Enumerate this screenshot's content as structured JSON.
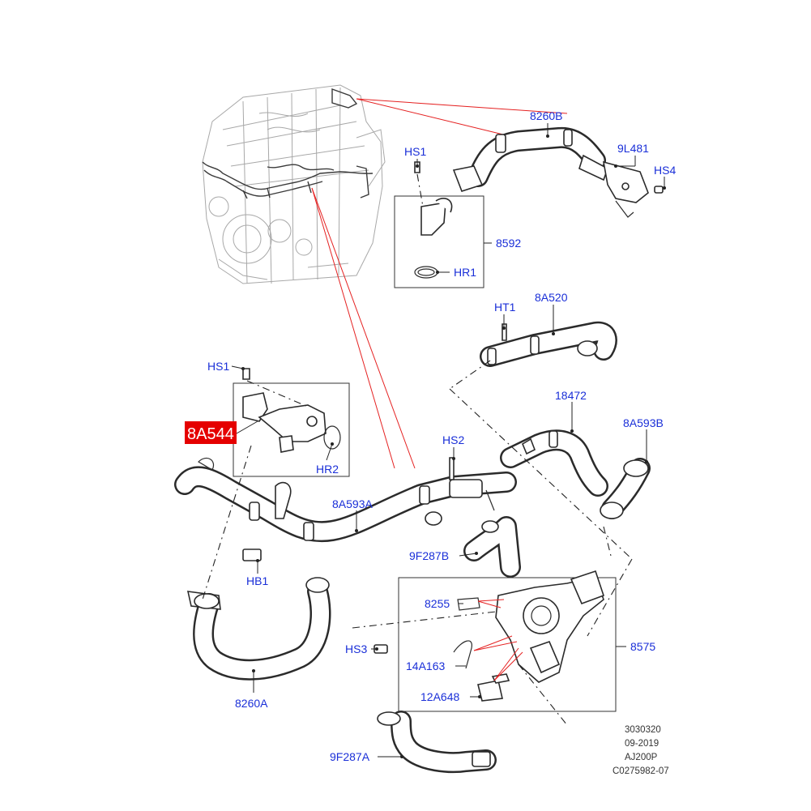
{
  "callouts": {
    "c_8260B": "8260B",
    "c_9L481": "9L481",
    "c_HS4": "HS4",
    "c_HS1_top": "HS1",
    "c_8592": "8592",
    "c_HR1": "HR1",
    "c_HT1": "HT1",
    "c_8A520": "8A520",
    "c_HS1_mid": "HS1",
    "c_18472": "18472",
    "c_8A593B": "8A593B",
    "c_HS2": "HS2",
    "c_HR2": "HR2",
    "c_8A593A": "8A593A",
    "c_9F287B": "9F287B",
    "c_HB1": "HB1",
    "c_8255": "8255",
    "c_8575": "8575",
    "c_HS3": "HS3",
    "c_14A163": "14A163",
    "c_12A648": "12A648",
    "c_8260A": "8260A",
    "c_9F287A": "9F287A"
  },
  "highlight": {
    "label": "8A544",
    "color": "#e50000"
  },
  "reference": {
    "line1": "3030320",
    "line2": "09-2019",
    "line3": "AJ200P",
    "line4": "C0275982-07"
  },
  "colors": {
    "callout": "#1a2fd8",
    "leader_red": "#e52222",
    "line_art": "#2b2b2b"
  }
}
